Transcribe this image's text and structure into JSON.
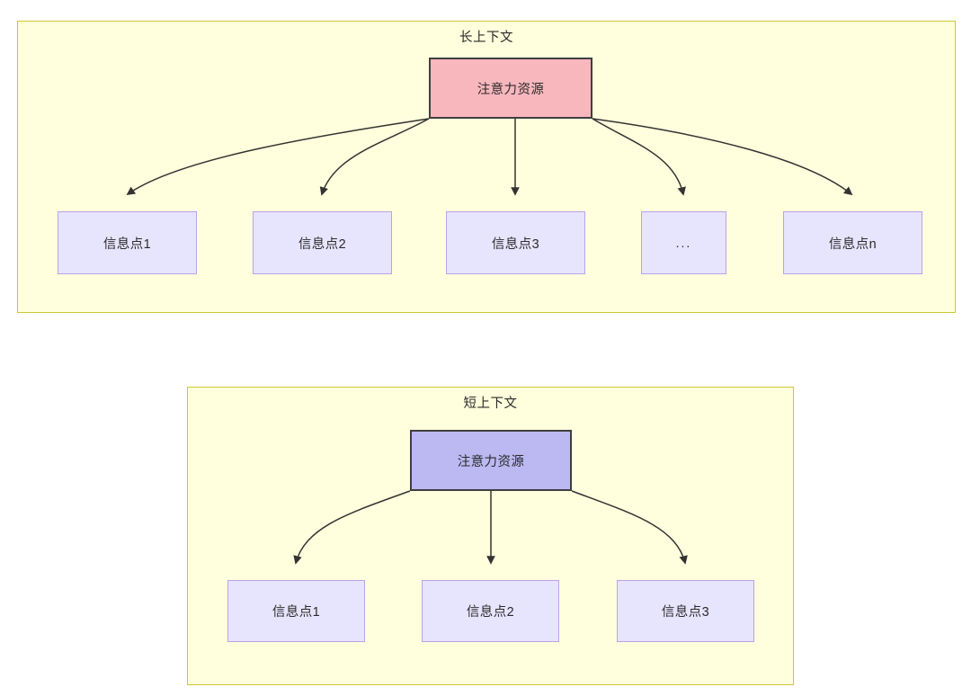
{
  "diagram": {
    "sections": [
      {
        "id": "long-context",
        "title": "长上下文",
        "attention_node": {
          "label": "注意力资源",
          "fill": "#f8b7bd",
          "stroke": "#3f3f3f"
        },
        "info_nodes": [
          {
            "label": "信息点1"
          },
          {
            "label": "信息点2"
          },
          {
            "label": "信息点3"
          },
          {
            "label": "..."
          },
          {
            "label": "信息点n"
          }
        ]
      },
      {
        "id": "short-context",
        "title": "短上下文",
        "attention_node": {
          "label": "注意力资源",
          "fill": "#bbb8f2",
          "stroke": "#3f3f3f"
        },
        "info_nodes": [
          {
            "label": "信息点1"
          },
          {
            "label": "信息点2"
          },
          {
            "label": "信息点3"
          }
        ]
      }
    ],
    "colors": {
      "container_fill": "#ffffdd",
      "container_stroke": "#cbc832",
      "info_fill": "#e7e4fd",
      "info_stroke": "#b9a3ea",
      "edge_stroke": "#333333",
      "text": "#2b2b2b"
    }
  }
}
